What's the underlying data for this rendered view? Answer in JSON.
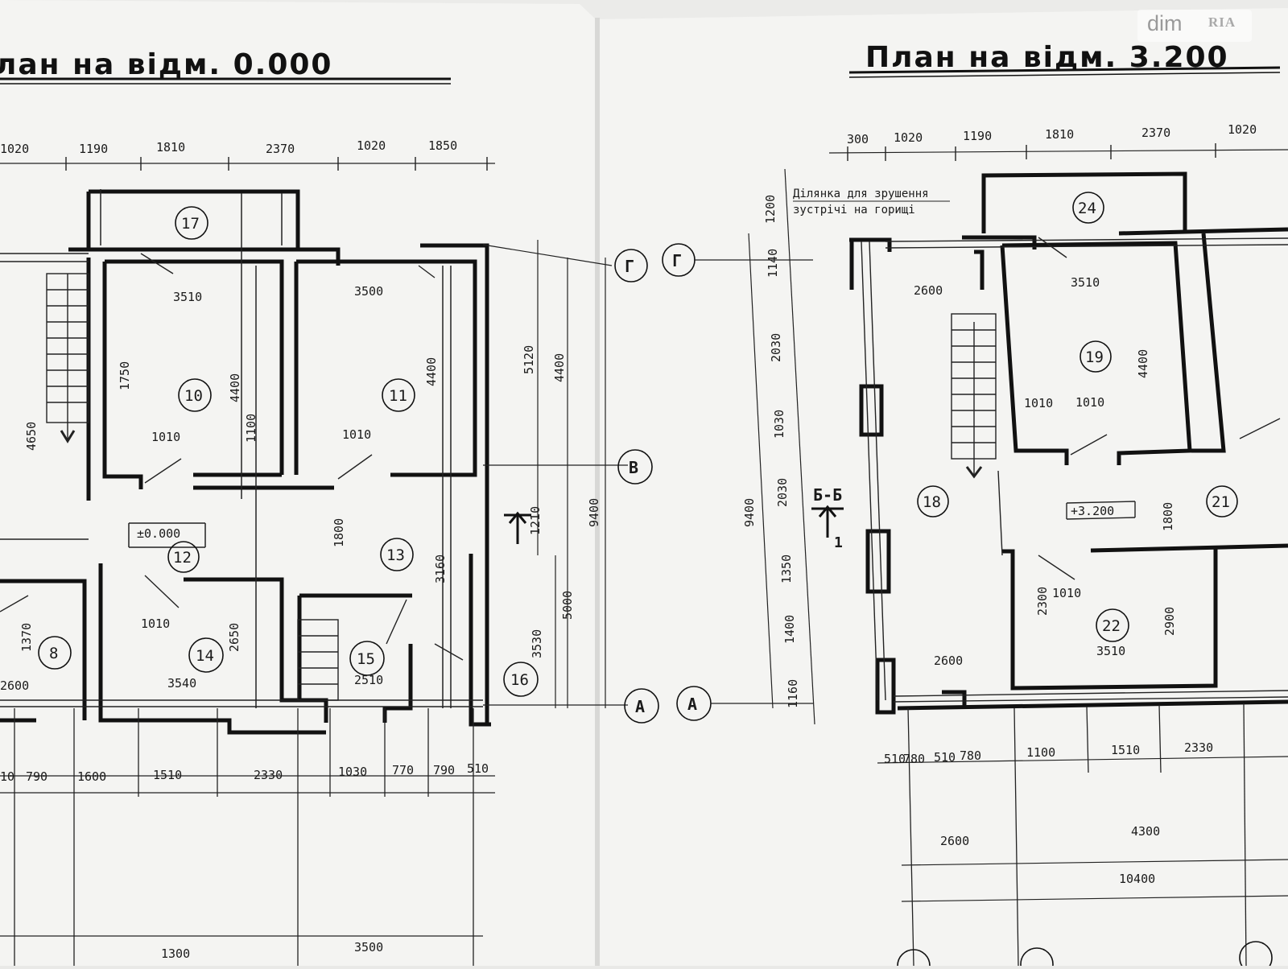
{
  "watermark": {
    "brand": "dim",
    "brand_suffix": "RIA"
  },
  "left_plan": {
    "title": "лан на відм. 0.000",
    "top_dims": [
      "1020",
      "1190",
      "1810",
      "2370",
      "1020",
      "1850"
    ],
    "bottom_dims": [
      "10",
      "790",
      "1600",
      "1510",
      "2330",
      "1030",
      "770",
      "790",
      "510"
    ],
    "far_bottom_dims": [
      "1300",
      "3500"
    ],
    "rooms": [
      {
        "num": "17"
      },
      {
        "num": "10"
      },
      {
        "num": "11"
      },
      {
        "num": "12"
      },
      {
        "num": "13"
      },
      {
        "num": "8"
      },
      {
        "num": "14"
      },
      {
        "num": "15"
      },
      {
        "num": "16"
      }
    ],
    "room_labels": [
      {
        "text": "3510"
      },
      {
        "text": "3500"
      },
      {
        "text": "4400"
      },
      {
        "text": "4400"
      },
      {
        "text": "1750"
      },
      {
        "text": "1010"
      },
      {
        "text": "1010"
      },
      {
        "text": "±0.000"
      },
      {
        "text": "3160"
      },
      {
        "text": "2650"
      },
      {
        "text": "3540"
      },
      {
        "text": "1010"
      },
      {
        "text": "2600"
      },
      {
        "text": "1370"
      },
      {
        "text": "1100"
      },
      {
        "text": "4650"
      },
      {
        "text": "5120"
      },
      {
        "text": "4400"
      },
      {
        "text": "9400"
      },
      {
        "text": "5000"
      },
      {
        "text": "3530"
      },
      {
        "text": "1210"
      },
      {
        "text": "2510"
      },
      {
        "text": "1800"
      }
    ]
  },
  "right_plan": {
    "title": "План на відм. 3.200",
    "top_dims": [
      "300",
      "1020",
      "1190",
      "1810",
      "2370",
      "1020"
    ],
    "bottom_dims": [
      "510",
      "780",
      "510",
      "780",
      "1100",
      "1510",
      "2330"
    ],
    "total_dims": [
      "2600",
      "4300",
      "10400"
    ],
    "note_line1": "Ділянка для зрушення",
    "note_line2": "зустрічі на горищі",
    "rooms": [
      {
        "num": "24"
      },
      {
        "num": "19"
      },
      {
        "num": "18"
      },
      {
        "num": "21"
      },
      {
        "num": "22"
      }
    ],
    "room_labels": [
      {
        "text": "3510"
      },
      {
        "text": "2600"
      },
      {
        "text": "4400"
      },
      {
        "text": "1010"
      },
      {
        "text": "1010"
      },
      {
        "text": "+3.200"
      },
      {
        "text": "2300"
      },
      {
        "text": "2900"
      },
      {
        "text": "3510"
      },
      {
        "text": "2600"
      },
      {
        "text": "1010"
      },
      {
        "text": "9400"
      },
      {
        "text": "1200"
      },
      {
        "text": "1140"
      },
      {
        "text": "2030"
      },
      {
        "text": "1030"
      },
      {
        "text": "2030"
      },
      {
        "text": "1350"
      },
      {
        "text": "1400"
      },
      {
        "text": "1160"
      },
      {
        "text": "1800"
      }
    ],
    "section_mark": "Б-Б",
    "section_num": "1"
  },
  "axes": {
    "g": "Г",
    "v": "В",
    "a": "А"
  }
}
